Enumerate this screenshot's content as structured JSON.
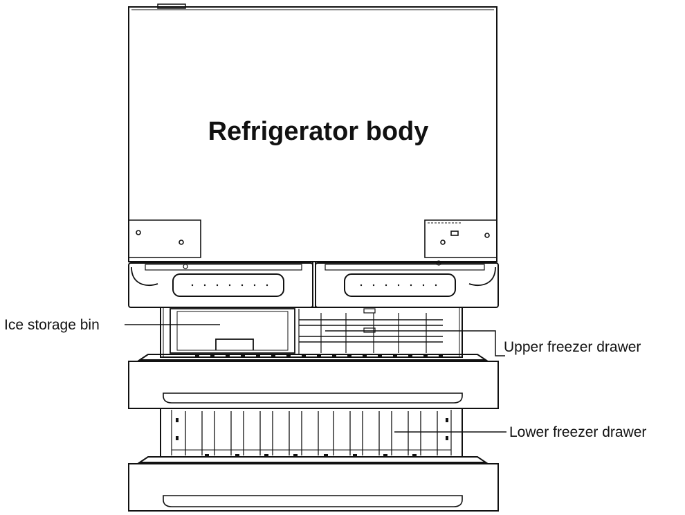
{
  "diagram": {
    "title": "Refrigerator body",
    "callouts": {
      "ice_bin": "Ice storage bin",
      "upper_drawer": "Upper freezer drawer",
      "lower_drawer": "Lower freezer drawer"
    }
  },
  "colors": {
    "stroke": "#111111",
    "background": "#ffffff"
  }
}
